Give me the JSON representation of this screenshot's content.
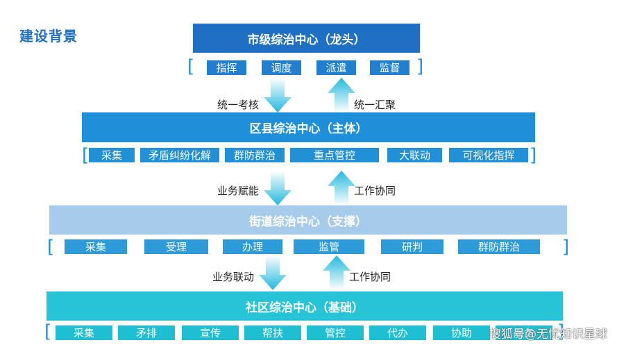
{
  "title": "建设背景",
  "levels": [
    {
      "name": "市级综治中心（龙头）",
      "items": [
        "指挥",
        "调度",
        "派遣",
        "监督"
      ]
    },
    {
      "name": "区县综治中心（主体）",
      "items": [
        "采集",
        "矛盾纠纷化解",
        "群防群治",
        "重点管控",
        "大联动",
        "可视化指挥"
      ]
    },
    {
      "name": "街道综治中心（支撑）",
      "items": [
        "采集",
        "受理",
        "办理",
        "监管",
        "研判",
        "群防群治"
      ]
    },
    {
      "name": "社区综治中心（基础）",
      "items": [
        "采集",
        "矛排",
        "宣传",
        "帮扶",
        "管控",
        "代办",
        "协助",
        "服务"
      ]
    }
  ],
  "connections": [
    {
      "down": "统一考核",
      "up": "统一汇聚"
    },
    {
      "down": "业务赋能",
      "up": "工作协同"
    },
    {
      "down": "业务联动",
      "up": "工作协同"
    }
  ],
  "brackets": {
    "open": "[",
    "close": "]"
  },
  "watermark": "搜狐号@无忧知识星球",
  "colors": {
    "title": "#1f6fc4",
    "level1": "#1f6fc4",
    "level2": "#1e8fd8",
    "level3": "#a6cbeb",
    "level4": "#27c3d6",
    "arrow": "#22b8dd"
  }
}
